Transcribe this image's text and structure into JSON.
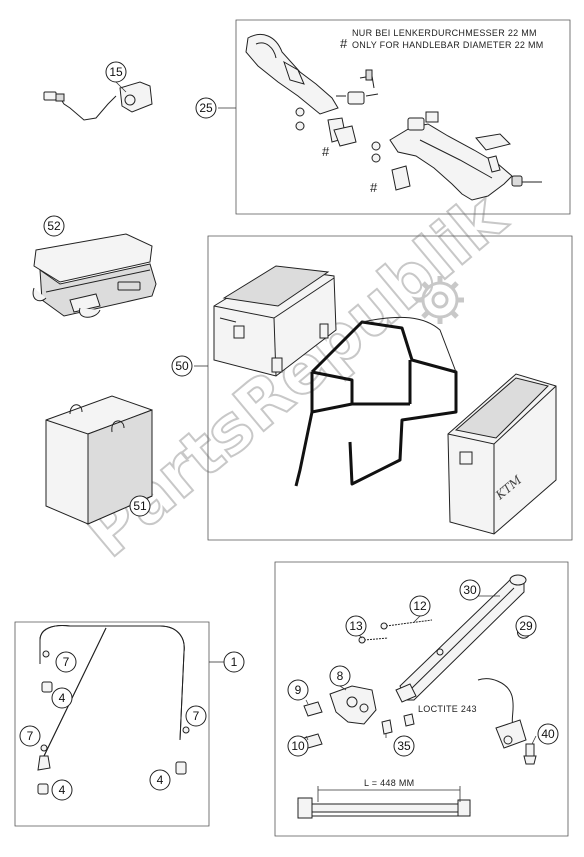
{
  "watermark": {
    "text": "PartsRepublik"
  },
  "notes": {
    "hash_symbol": "#",
    "line_de": "NUR BEI LENKERDURCHMESSER 22 MM",
    "line_en": "ONLY FOR HANDLEBAR DIAMETER 22 MM",
    "loctite": "LOCTITE 243",
    "length": "L = 448 MM"
  },
  "brand_mark": "KTM",
  "callouts": {
    "c15": "15",
    "c25": "25",
    "c52": "52",
    "c50": "50",
    "c51": "51",
    "c1": "1",
    "c7a": "7",
    "c4a": "4",
    "c7b": "7",
    "c4b": "4",
    "c7c": "7",
    "c4c": "4",
    "c13": "13",
    "c12": "12",
    "c30": "30",
    "c29": "29",
    "c8": "8",
    "c9": "9",
    "c10": "10",
    "c35": "35",
    "c40": "40"
  }
}
